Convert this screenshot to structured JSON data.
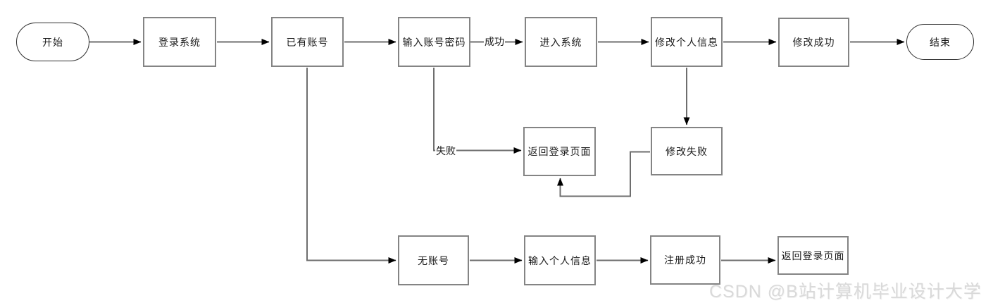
{
  "flowchart": {
    "nodes": {
      "start": "开始",
      "login_system": "登录系统",
      "has_account": "已有账号",
      "enter_credentials": "输入账号密码",
      "enter_system": "进入系统",
      "edit_profile": "修改个人信息",
      "edit_success": "修改成功",
      "end": "结束",
      "back_to_login_mid": "返回登录页面",
      "edit_fail": "修改失败",
      "no_account": "无账号",
      "enter_personal_info": "输入个人信息",
      "register_success": "注册成功",
      "back_to_login_bottom": "返回登录页面"
    },
    "edge_labels": {
      "success": "成功",
      "fail": "失败"
    },
    "colors": {
      "background": "#ffffff",
      "node_border": "#848484",
      "terminal_border": "#2e2e2e",
      "connector": "#6e6e6e",
      "arrowhead": "#000000",
      "text": "#1a1a1a",
      "watermark": "#d9d9d9"
    }
  },
  "watermark": {
    "text": "CSDN @B站计算机毕业设计大学"
  }
}
